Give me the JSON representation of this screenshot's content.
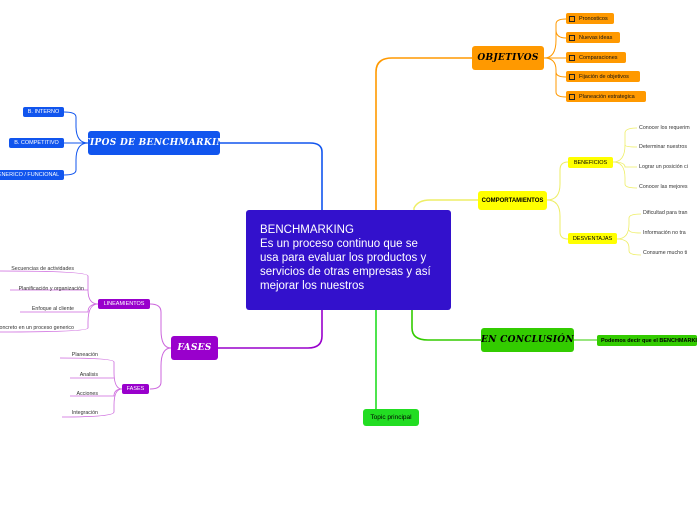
{
  "central": {
    "title": "BENCHMARKING",
    "body": "Es un proceso continuo que se usa para evaluar los productos y servicios de otras empresas y así mejorar los nuestros"
  },
  "objetivos": {
    "label": "OBJETIVOS",
    "items": [
      "Pronosticos",
      "Nuevas ideas",
      "Comparaciones",
      "Fijación de objetivos",
      "Planeación estrategica"
    ]
  },
  "tipos": {
    "label": "TIPOS DE BENCHMARKIN",
    "items": [
      "B. INTERNO",
      "B. COMPETITIVO",
      "B. GENERICO / FUNCIONAL"
    ]
  },
  "comportamientos": {
    "label": "COMPORTAMIENTOS",
    "beneficios": {
      "label": "BENEFICIOS",
      "items": [
        "Conocer los requerim",
        "Determinar nuestros",
        "Lograr un posición ci",
        "Conocer las mejores"
      ]
    },
    "desventajas": {
      "label": "DESVENTAJAS",
      "items": [
        "Dificultad para tran",
        "Información no tra",
        "Consume mucho ti"
      ]
    }
  },
  "fases": {
    "label": "FASES",
    "lineamientos": {
      "label": "LINEAMIENTOS",
      "items": [
        "Secuencias de actividades",
        "Planificación y organización",
        "Enfoque al cliente",
        "Enfoque concreto en un proceso generico"
      ]
    },
    "fases_sub": {
      "label": "FASES",
      "items": [
        "Planeación",
        "Analisis",
        "Acciones",
        "Integración"
      ]
    }
  },
  "conclusion": {
    "label": "EN CONCLUSIÓN",
    "text": "Podemos decir que el BENCHMARKING"
  },
  "topic": {
    "label": "Topic principal"
  },
  "colors": {
    "central": "#3311cc",
    "objetivos": "#ff9900",
    "tipos": "#1155ee",
    "fases": "#9900cc",
    "comportamientos": "#ffff00",
    "conclusion": "#33cc00",
    "topic": "#22dd22"
  }
}
